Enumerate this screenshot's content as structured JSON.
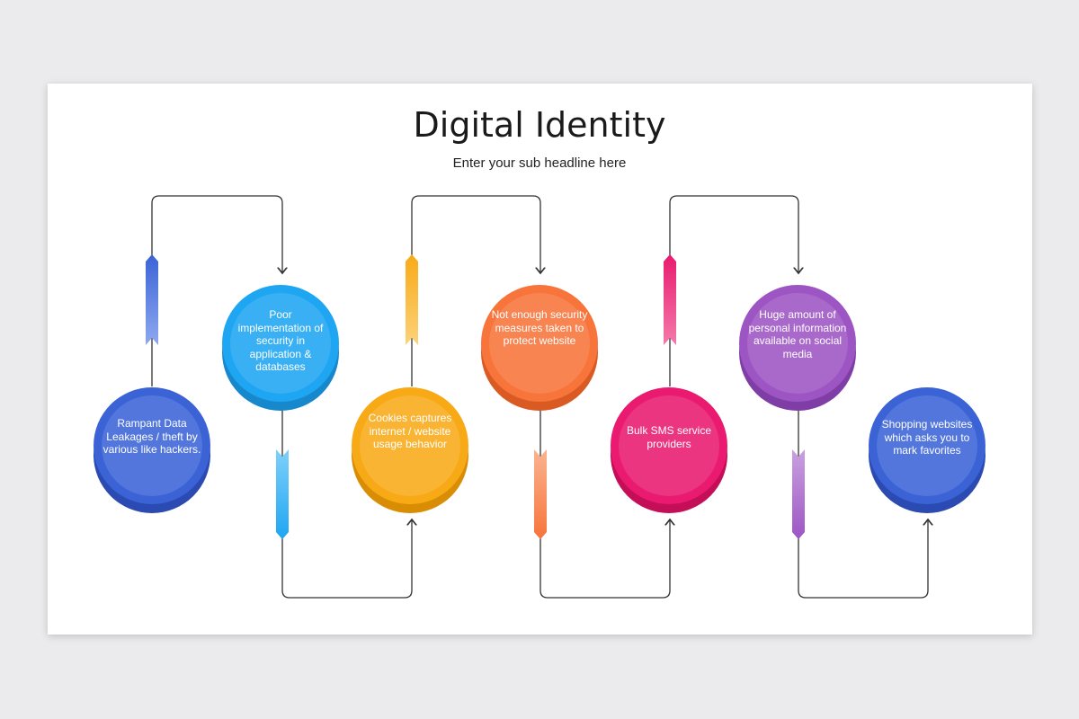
{
  "title": "Digital Identity",
  "subtitle": "Enter your sub headline here",
  "nodes": [
    {
      "text": "Rampant Data Leakages / theft by various like hackers.",
      "color": "#3b63d6",
      "dark": "#2b4bb3"
    },
    {
      "text": "Poor implementation of security in application & databases",
      "color": "#1ea6f2",
      "dark": "#1788cc"
    },
    {
      "text": "Cookies captures internet / website usage behavior",
      "color": "#f8aa16",
      "dark": "#d98d05"
    },
    {
      "text": "Not enough security measures taken to protect website",
      "color": "#f7743a",
      "dark": "#d95a22"
    },
    {
      "text": "Bulk SMS service providers",
      "color": "#e91a6f",
      "dark": "#c50e58"
    },
    {
      "text": "Huge amount of personal information available on social media",
      "color": "#9d55c4",
      "dark": "#7f3ea5"
    },
    {
      "text": "Shopping websites which asks you to mark favorites",
      "color": "#3b63d6",
      "dark": "#2b4bb3"
    }
  ]
}
